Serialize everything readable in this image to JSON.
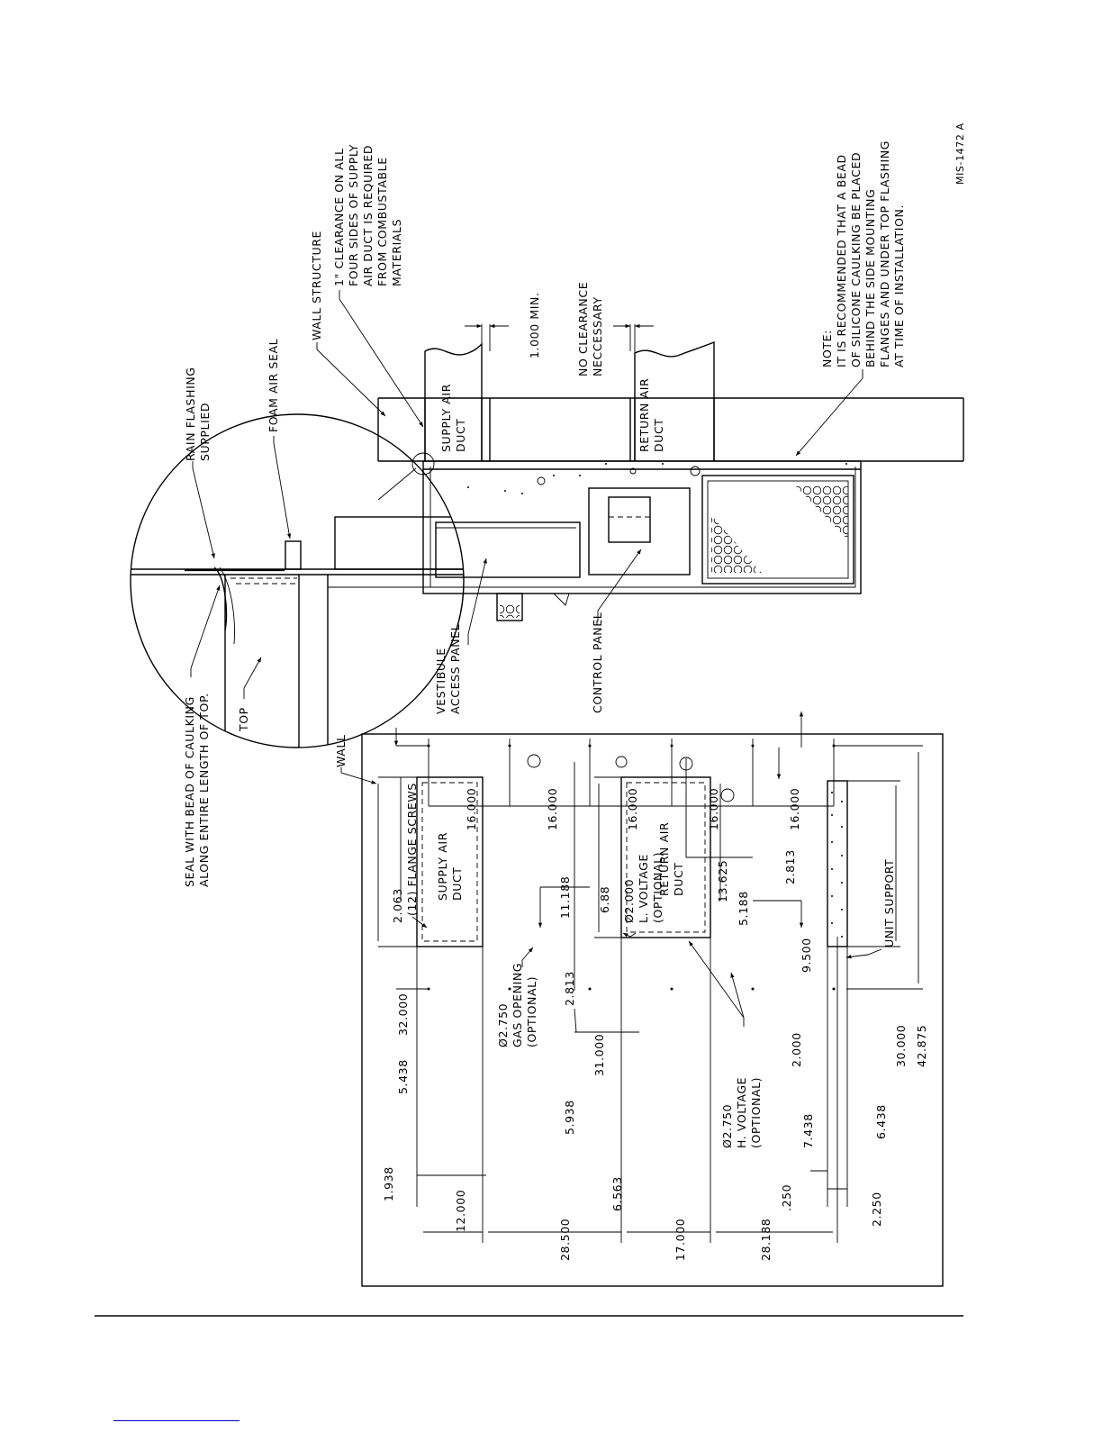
{
  "drawing_id": "MIS-1472 A",
  "detail_labels": {
    "rain_flashing": [
      "RAIN FLASHING",
      "SUPPLIED"
    ],
    "foam_air_seal": "FOAM AIR SEAL",
    "seal_bead": [
      "SEAL WITH BEAD OF CAULKING",
      "ALONG ENTIRE LENGTH OF TOP."
    ],
    "top": "TOP"
  },
  "side_view_labels": {
    "wall_structure": "WALL STRUCTURE",
    "clearance_note": [
      "1\" CLEARANCE ON ALL",
      "FOUR SIDES OF SUPPLY",
      "AIR DUCT IS REQUIRED",
      "FROM COMBUSTABLE",
      "MATERIALS"
    ],
    "supply_air_duct": [
      "SUPPLY AIR",
      "DUCT"
    ],
    "return_air_duct": [
      "RETURN AIR",
      "DUCT"
    ],
    "min_clearance": "1.000 MIN.",
    "no_clearance": [
      "NO CLEARANCE",
      "NECCESSARY"
    ],
    "vestibule": [
      "VESTIBULE",
      "ACCESS PANEL"
    ],
    "control_panel": "CONTROL PANEL",
    "note": [
      "NOTE:",
      "IT IS RECOMMENDED THAT A BEAD",
      "OF SILICONE CAULKING BE PLACED",
      "BEHIND THE SIDE MOUNTING",
      "FLANGES AND UNDER TOP FLASHING",
      "AT TIME OF INSTALLATION."
    ]
  },
  "wall_view_labels": {
    "wall": "WALL",
    "flange_screws": "(12) FLANGE SCREWS",
    "supply_air_duct": [
      "SUPPLY AIR",
      "DUCT"
    ],
    "return_air_duct": [
      "RETURN AIR",
      "DUCT"
    ],
    "gas_opening": [
      "Ø2.750",
      "GAS OPENING",
      "(OPTIONAL)"
    ],
    "low_voltage": [
      "Ø2.000",
      "L. VOLTAGE",
      "(OPTIONAL)"
    ],
    "high_voltage": [
      "Ø2.750",
      "H. VOLTAGE",
      "(OPTIONAL)"
    ],
    "unit_support": "UNIT SUPPORT"
  },
  "dimensions": {
    "d_2063": "2.063",
    "d_16a": "16.000",
    "d_16b": "16.000",
    "d_16c": "16.000",
    "d_16d": "16.000",
    "d_16e": "16.000",
    "d_11188": "11.188",
    "d_688": "6.88",
    "d_13625": "13.625",
    "d_5188": "5.188",
    "d_2813a": "2.813",
    "d_2813b": "2.813",
    "d_9500": "9.500",
    "d_32000": "32.000",
    "d_5438": "5.438",
    "d_31000": "31.000",
    "d_5938": "5.938",
    "d_2000": "2.000",
    "d_6438": "6.438",
    "d_30000": "30.000",
    "d_42875": "42.875",
    "d_1938": "1.938",
    "d_12000": "12.000",
    "d_28500": "28.500",
    "d_6563": "6.563",
    "d_17000": "17.000",
    "d_28188": "28.188",
    "d_7438": "7.438",
    "d_250": ".250",
    "d_2250": "2.250"
  }
}
